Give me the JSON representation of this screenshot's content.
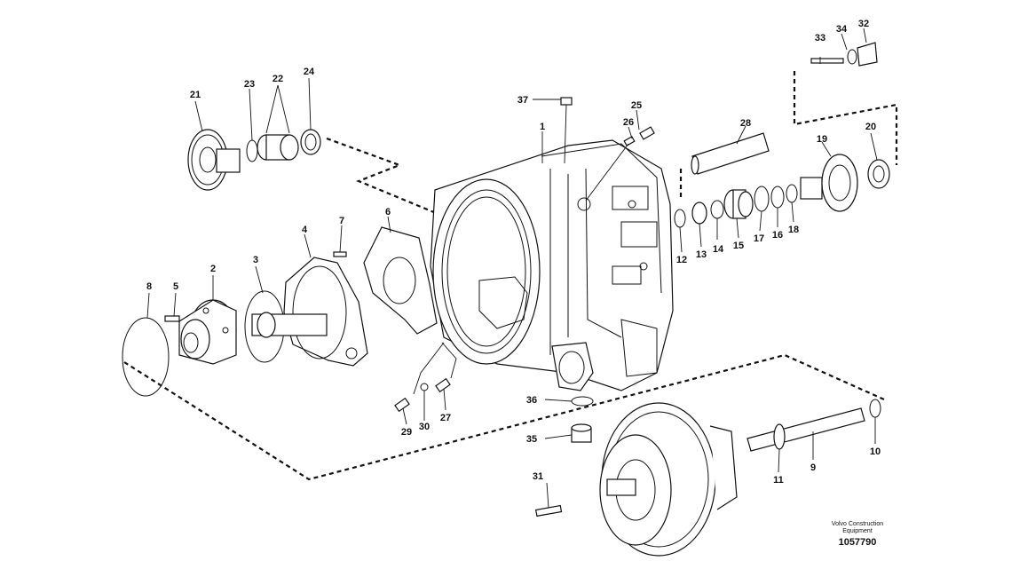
{
  "callouts": {
    "p1": "1",
    "p2": "2",
    "p3": "3",
    "p4": "4",
    "p5": "5",
    "p6": "6",
    "p7": "7",
    "p8": "8",
    "p9": "9",
    "p10": "10",
    "p11": "11",
    "p12": "12",
    "p13": "13",
    "p14": "14",
    "p15": "15",
    "p16": "16",
    "p17": "17",
    "p18": "18",
    "p19": "19",
    "p20": "20",
    "p21": "21",
    "p22": "22",
    "p23": "23",
    "p24": "24",
    "p25": "25",
    "p26": "26",
    "p27": "27",
    "p28": "28",
    "p29": "29",
    "p30": "30",
    "p31": "31",
    "p32": "32",
    "p33": "33",
    "p34": "34",
    "p35": "35",
    "p36": "36",
    "p37": "37"
  },
  "caption": {
    "company_line1": "Volvo Construction",
    "company_line2": "Equipment",
    "drawing_number": "1057790"
  }
}
